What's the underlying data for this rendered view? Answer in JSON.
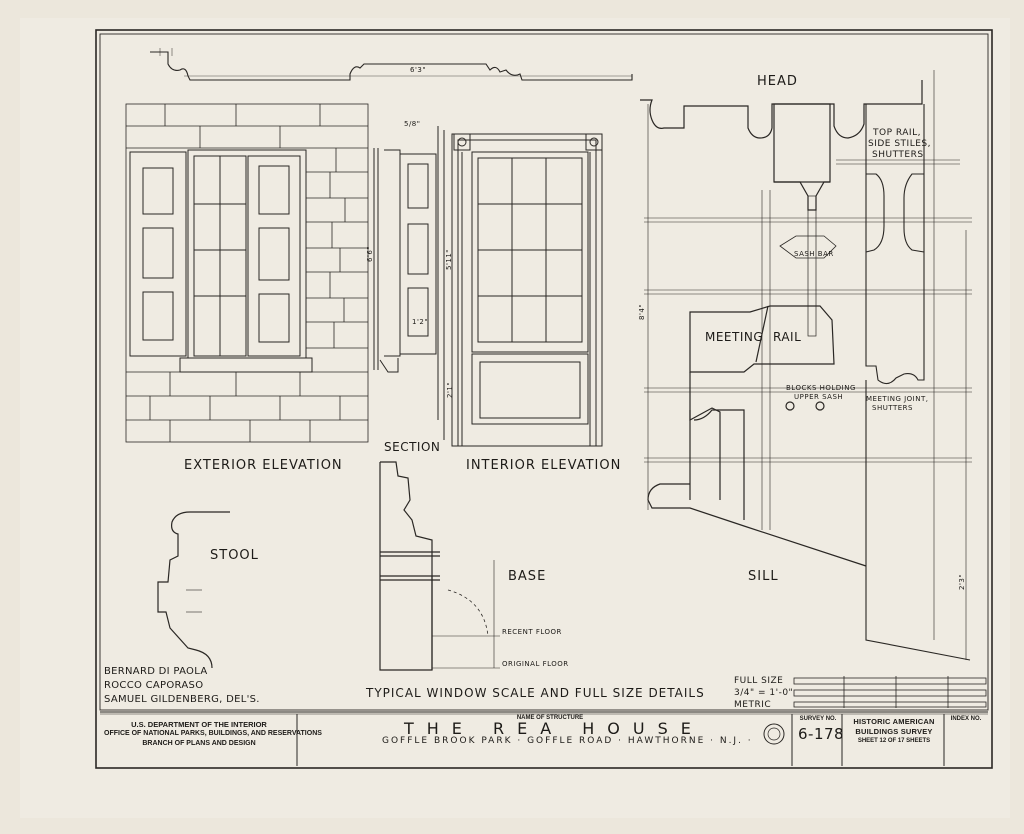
{
  "drawing": {
    "views": {
      "exterior_elevation": "EXTERIOR ELEVATION",
      "section": "SECTION",
      "interior_elevation": "INTERIOR ELEVATION",
      "head": "HEAD",
      "stool": "STOOL",
      "base": "BASE",
      "sill": "SILL"
    },
    "notes": {
      "top_rail": "TOP RAIL,",
      "side_stiles": "SIDE STILES,",
      "shutters": "SHUTTERS",
      "sash_bar": "SASH BAR",
      "meeting": "MEETING",
      "rail": "RAIL",
      "blocks_holding": "BLOCKS HOLDING",
      "upper_sash": "UPPER SASH",
      "meeting_joint": "MEETING JOINT,",
      "shutters_2": "SHUTTERS",
      "recent_floor": "RECENT FLOOR",
      "original_floor": "ORIGINAL FLOOR"
    },
    "dimensions": {
      "d_6_3": "6'3\"",
      "d_5_8": "5/8\"",
      "d_5_11": "5'11\"",
      "d_6_6": "6'6\"",
      "d_1_2": "1'2\"",
      "d_2_1": "2'1\"",
      "d_8_4": "8'4\"",
      "d_2_3": "2'3\""
    },
    "caption": "TYPICAL WINDOW SCALE AND FULL SIZE DETAILS",
    "scales": {
      "full_size": "FULL SIZE",
      "scale_ratio": "3/4\" = 1'-0\"",
      "metric": "METRIC"
    },
    "delineators": [
      "BERNARD DI PAOLA",
      "ROCCO CAPORASO",
      "SAMUEL GILDENBERG, DEL'S."
    ]
  },
  "title_block": {
    "agency_lines": [
      "U.S. DEPARTMENT OF THE INTERIOR",
      "OFFICE OF NATIONAL PARKS, BUILDINGS, AND RESERVATIONS",
      "BRANCH OF PLANS AND DESIGN"
    ],
    "name_of_structure_label": "NAME OF STRUCTURE",
    "structure_name": "THE REA HOUSE",
    "location": "GOFFLE BROOK PARK · GOFFLE ROAD · HAWTHORNE · N.J. ·",
    "survey_no_label": "SURVEY NO.",
    "survey_no": "6-178",
    "survey_title_1": "HISTORIC AMERICAN",
    "survey_title_2": "BUILDINGS SURVEY",
    "sheet_info": "SHEET 12 OF 17 SHEETS",
    "index_no_label": "INDEX NO."
  },
  "colors": {
    "paper": "#ece7dc",
    "ink": "#1f1d1a"
  }
}
